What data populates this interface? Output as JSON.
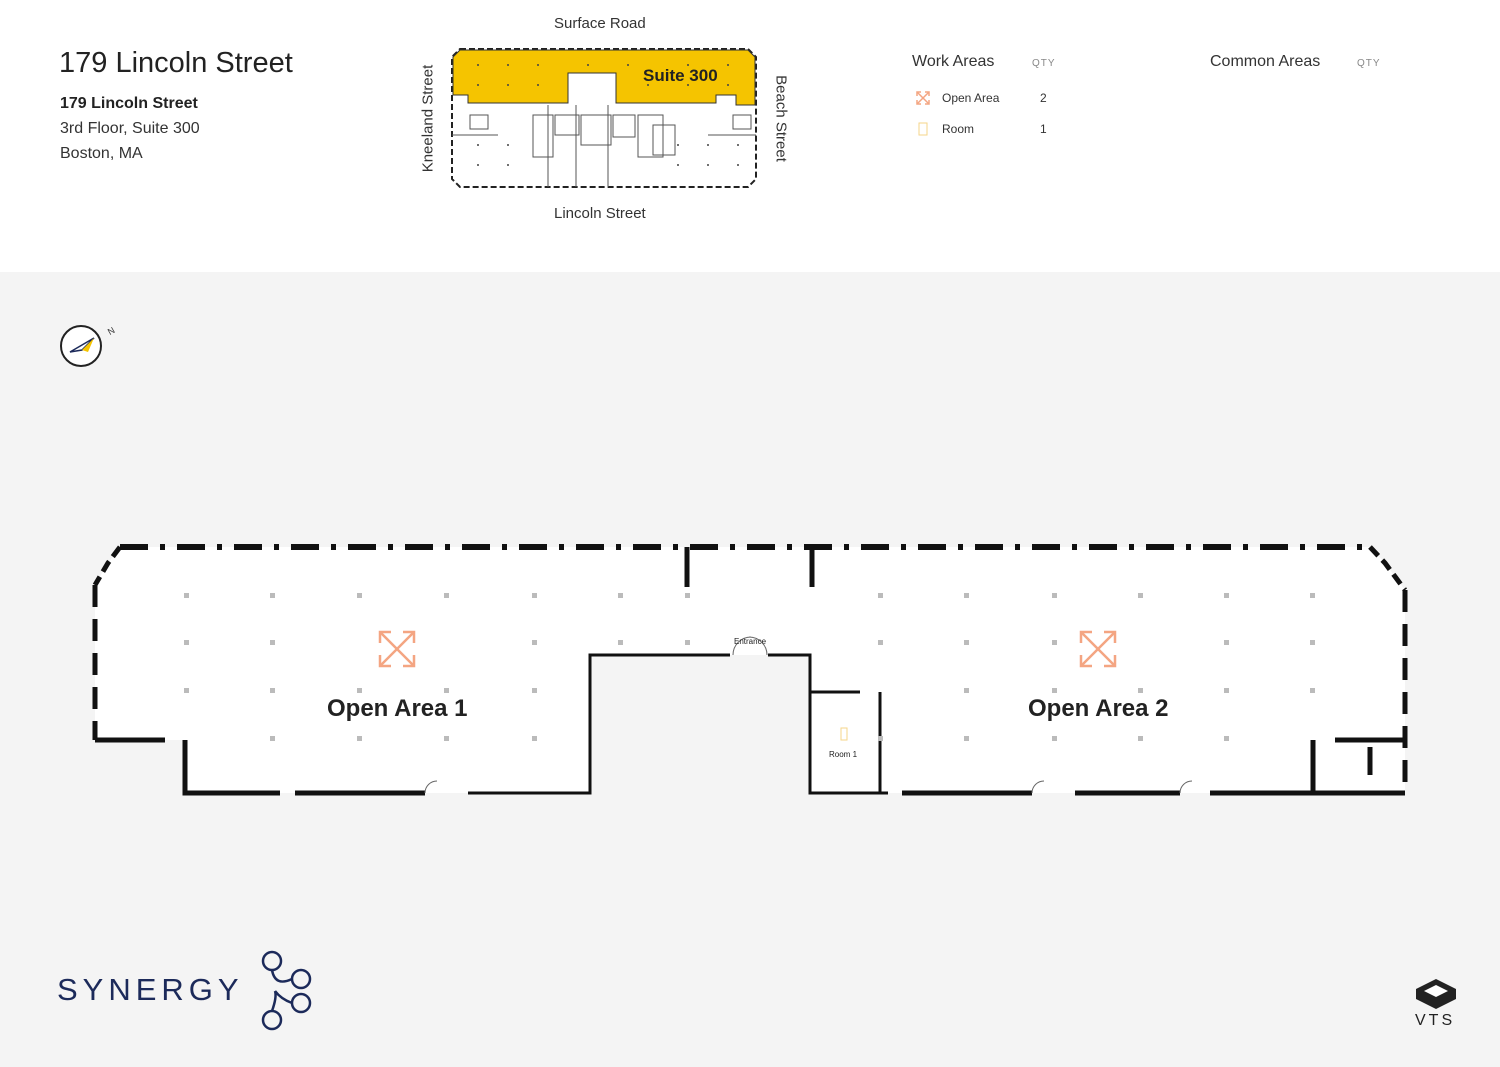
{
  "header": {
    "title": "179 Lincoln Street",
    "address_name": "179 Lincoln Street",
    "address_floor": "3rd Floor, Suite 300",
    "address_city": "Boston, MA"
  },
  "keyplan": {
    "top_street": "Surface Road",
    "bottom_street": "Lincoln Street",
    "left_street": "Kneeland Street",
    "right_street": "Beach Street",
    "suite_label": "Suite 300",
    "highlight_color": "#f5c400"
  },
  "legend": {
    "work_areas_title": "Work Areas",
    "work_qty_header": "QTY",
    "common_areas_title": "Common Areas",
    "common_qty_header": "QTY",
    "items": [
      {
        "icon": "open-area-icon",
        "label": "Open Area",
        "qty": "2",
        "color": "#f4a582"
      },
      {
        "icon": "room-icon",
        "label": "Room",
        "qty": "1",
        "color": "#f6d58a"
      }
    ]
  },
  "floorplan": {
    "compass_label": "N",
    "entrance_label": "Entrance",
    "areas": [
      {
        "label": "Open Area 1"
      },
      {
        "label": "Open Area 2"
      }
    ],
    "room_label": "Room 1",
    "accent_color": "#f4a582"
  },
  "branding": {
    "synergy": "SYNERGY",
    "vts": "VTS"
  }
}
